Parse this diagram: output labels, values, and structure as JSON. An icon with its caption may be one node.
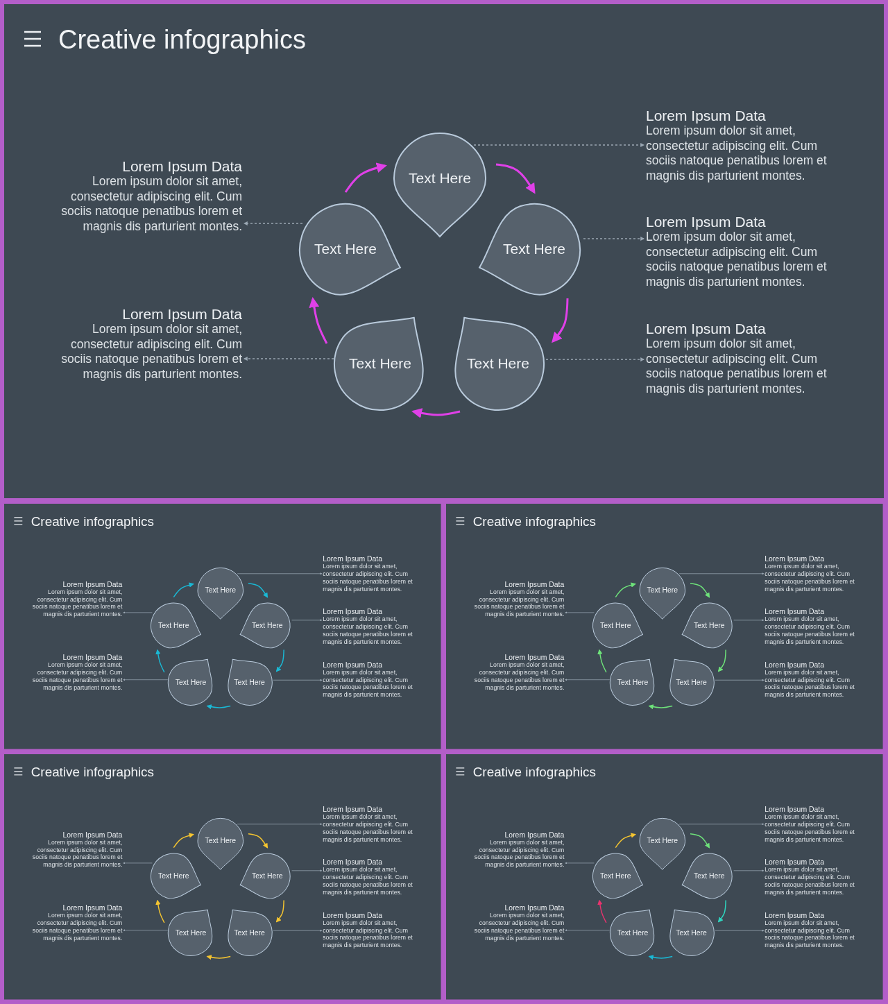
{
  "diagram": {
    "nodes": [
      {
        "text": [
          "Creative infographics"
        ]
      },
      {
        "text": [
          "Text Here"
        ],
        "in": 0
      },
      {
        "text": [
          "Text Here"
        ],
        "in": 0
      },
      {
        "text": [
          "Text Here"
        ],
        "in": 0
      },
      {
        "text": [
          "Text Here"
        ],
        "in": 0
      },
      {
        "text": [
          "Text Here"
        ],
        "in": 0
      },
      {
        "text": [
          "Lorem Ipsum Data",
          "Lorem ipsum dolor sit amet, consectetur adipiscing elit. Cum sociis natoque penatibus lorem et magnis dis parturient montes."
        ],
        "in": 0
      },
      {
        "text": [
          "Lorem Ipsum Data",
          "Lorem ipsum dolor sit amet, consectetur adipiscing elit. Cum sociis natoque penatibus lorem et magnis dis parturient montes."
        ],
        "in": 0
      },
      {
        "text": [
          "Lorem Ipsum Data",
          "Lorem ipsum dolor sit amet, consectetur adipiscing elit. Cum sociis natoque penatibus lorem et magnis dis parturient montes."
        ],
        "in": 0
      },
      {
        "text": [
          "Lorem Ipsum Data",
          "Lorem ipsum dolor sit amet, consectetur adipiscing elit. Cum sociis natoque penatibus lorem et magnis dis parturient montes."
        ],
        "in": 0
      },
      {
        "text": [
          "Lorem Ipsum Data",
          "Lorem ipsum dolor sit amet, consectetur adipiscing elit. Cum sociis natoque penatibus lorem et magnis dis parturient montes."
        ],
        "in": 0
      },
      {
        "text": [
          "Creative infographics"
        ]
      },
      {
        "text": [
          "Text Here"
        ],
        "in": 11
      },
      {
        "text": [
          "Text Here"
        ],
        "in": 11
      },
      {
        "text": [
          "Text Here"
        ],
        "in": 11
      },
      {
        "text": [
          "Text Here"
        ],
        "in": 11
      },
      {
        "text": [
          "Text Here"
        ],
        "in": 11
      },
      {
        "text": [
          "Lorem Ipsum Data",
          "Lorem ipsum dolor sit amet, consectetur adipiscing elit. Cum sociis natoque penatibus lorem et magnis dis parturient montes."
        ],
        "in": 11
      },
      {
        "text": [
          "Lorem Ipsum Data",
          "Lorem ipsum dolor sit amet, consectetur adipiscing elit. Cum sociis natoque penatibus lorem et magnis dis parturient montes."
        ],
        "in": 11
      },
      {
        "text": [
          "Lorem Ipsum Data",
          "Lorem ipsum dolor sit amet, consectetur adipiscing elit. Cum sociis natoque penatibus lorem et magnis dis parturient montes."
        ],
        "in": 11
      },
      {
        "text": [
          "Lorem Ipsum Data",
          "Lorem ipsum dolor sit amet, consectetur adipiscing elit. Cum sociis natoque penatibus lorem et magnis dis parturient montes."
        ],
        "in": 11
      },
      {
        "text": [
          "Lorem Ipsum Data",
          "Lorem ipsum dolor sit amet, consectetur adipiscing elit. Cum sociis natoque penatibus lorem et magnis dis parturient montes."
        ],
        "in": 11
      },
      {
        "text": [
          "Creative infographics"
        ]
      },
      {
        "text": [
          "Text Here"
        ],
        "in": 22
      },
      {
        "text": [
          "Text Here"
        ],
        "in": 22
      },
      {
        "text": [
          "Text Here"
        ],
        "in": 22
      },
      {
        "text": [
          "Text Here"
        ],
        "in": 22
      },
      {
        "text": [
          "Text Here"
        ],
        "in": 22
      },
      {
        "text": [
          "Lorem Ipsum Data",
          "Lorem ipsum dolor sit amet, consectetur adipiscing elit. Cum sociis natoque penatibus lorem et magnis dis parturient montes."
        ],
        "in": 22
      },
      {
        "text": [
          "Lorem Ipsum Data",
          "Lorem ipsum dolor sit amet, consectetur adipiscing elit. Cum sociis natoque penatibus lorem et magnis dis parturient montes."
        ],
        "in": 22
      },
      {
        "text": [
          "Lorem Ipsum Data",
          "Lorem ipsum dolor sit amet, consectetur adipiscing elit. Cum sociis natoque penatibus lorem et magnis dis parturient montes."
        ],
        "in": 22
      },
      {
        "text": [
          "Lorem Ipsum Data",
          "Lorem ipsum dolor sit amet, consectetur adipiscing elit. Cum sociis natoque penatibus lorem et magnis dis parturient montes."
        ],
        "in": 22
      },
      {
        "text": [
          "Lorem Ipsum Data",
          "Lorem ipsum dolor sit amet, consectetur adipiscing elit. Cum sociis natoque penatibus lorem et magnis dis parturient montes."
        ],
        "in": 22
      },
      {
        "text": [
          "Creative infographics"
        ]
      },
      {
        "text": [
          "Text Here"
        ],
        "in": 33
      },
      {
        "text": [
          "Text Here"
        ],
        "in": 33
      },
      {
        "text": [
          "Text Here"
        ],
        "in": 33
      },
      {
        "text": [
          "Text Here"
        ],
        "in": 33
      },
      {
        "text": [
          "Text Here"
        ],
        "in": 33
      },
      {
        "text": [
          "Lorem Ipsum Data",
          "Lorem ipsum dolor sit amet, consectetur adipiscing elit. Cum sociis natoque penatibus lorem et magnis dis parturient montes."
        ],
        "in": 33
      },
      {
        "text": [
          "Lorem Ipsum Data",
          "Lorem ipsum dolor sit amet, consectetur adipiscing elit. Cum sociis natoque penatibus lorem et magnis dis parturient montes."
        ],
        "in": 33
      },
      {
        "text": [
          "Lorem Ipsum Data",
          "Lorem ipsum dolor sit amet, consectetur adipiscing elit. Cum sociis natoque penatibus lorem et magnis dis parturient montes."
        ],
        "in": 33
      },
      {
        "text": [
          "Lorem Ipsum Data",
          "Lorem ipsum dolor sit amet, consectetur adipiscing elit. Cum sociis natoque penatibus lorem et magnis dis parturient montes."
        ],
        "in": 33
      },
      {
        "text": [
          "Lorem Ipsum Data",
          "Lorem ipsum dolor sit amet, consectetur adipiscing elit. Cum sociis natoque penatibus lorem et magnis dis parturient montes."
        ],
        "in": 33
      },
      {
        "text": [
          "Creative infographics"
        ]
      },
      {
        "text": [
          "Text Here"
        ],
        "in": 44
      },
      {
        "text": [
          "Text Here"
        ],
        "in": 44
      },
      {
        "text": [
          "Text Here"
        ],
        "in": 44
      },
      {
        "text": [
          "Text Here"
        ],
        "in": 44
      },
      {
        "text": [
          "Text Here"
        ],
        "in": 44
      },
      {
        "text": [
          "Lorem Ipsum Data",
          "Lorem ipsum dolor sit amet, consectetur adipiscing elit. Cum sociis natoque penatibus lorem et magnis dis parturient montes."
        ],
        "in": 44
      },
      {
        "text": [
          "Lorem Ipsum Data",
          "Lorem ipsum dolor sit amet, consectetur adipiscing elit. Cum sociis natoque penatibus lorem et magnis dis parturient montes."
        ],
        "in": 44
      },
      {
        "text": [
          "Lorem Ipsum Data",
          "Lorem ipsum dolor sit amet, consectetur adipiscing elit. Cum sociis natoque penatibus lorem et magnis dis parturient montes."
        ],
        "in": 44
      },
      {
        "text": [
          "Lorem Ipsum Data",
          "Lorem ipsum dolor sit amet, consectetur adipiscing elit. Cum sociis natoque penatibus lorem et magnis dis parturient montes."
        ],
        "in": 44
      },
      {
        "text": [
          "Lorem Ipsum Data",
          "Lorem ipsum dolor sit amet, consectetur adipiscing elit. Cum sociis natoque penatibus lorem et magnis dis parturient montes."
        ],
        "in": 44
      }
    ],
    "edges": [
      {
        "from": 2,
        "to": 1,
        "arrow": "to",
        "color": "#e040e8"
      },
      {
        "from": 1,
        "to": 3,
        "arrow": "to",
        "color": "#e040e8"
      },
      {
        "from": 3,
        "to": 5,
        "arrow": "to",
        "color": "#e040e8"
      },
      {
        "from": 5,
        "to": 4,
        "arrow": "to",
        "color": "#e040e8"
      },
      {
        "from": 4,
        "to": 2,
        "arrow": "to",
        "color": "#e040e8"
      },
      {
        "from": 1,
        "to": 6,
        "arrow": "to",
        "style": "dashed"
      },
      {
        "from": 3,
        "to": 8,
        "arrow": "to",
        "style": "dashed"
      },
      {
        "from": 5,
        "to": 10,
        "arrow": "to",
        "style": "dashed"
      },
      {
        "from": 2,
        "to": 7,
        "arrow": "to",
        "style": "dashed"
      },
      {
        "from": 4,
        "to": 9,
        "arrow": "to",
        "style": "dashed"
      },
      {
        "from": 13,
        "to": 12,
        "arrow": "to",
        "color": "#1ab8d4"
      },
      {
        "from": 12,
        "to": 14,
        "arrow": "to",
        "color": "#1ab8d4"
      },
      {
        "from": 14,
        "to": 16,
        "arrow": "to",
        "color": "#1ab8d4"
      },
      {
        "from": 16,
        "to": 15,
        "arrow": "to",
        "color": "#1ab8d4"
      },
      {
        "from": 15,
        "to": 13,
        "arrow": "to",
        "color": "#1ab8d4"
      },
      {
        "from": 12,
        "to": 17,
        "arrow": "to"
      },
      {
        "from": 14,
        "to": 19,
        "arrow": "to"
      },
      {
        "from": 16,
        "to": 21,
        "arrow": "to"
      },
      {
        "from": 13,
        "to": 18,
        "arrow": "to"
      },
      {
        "from": 15,
        "to": 20,
        "arrow": "to"
      },
      {
        "from": 24,
        "to": 23,
        "arrow": "to",
        "color": "#6ee27a"
      },
      {
        "from": 23,
        "to": 25,
        "arrow": "to",
        "color": "#6ee27a"
      },
      {
        "from": 25,
        "to": 27,
        "arrow": "to",
        "color": "#6ee27a"
      },
      {
        "from": 27,
        "to": 26,
        "arrow": "to",
        "color": "#6ee27a"
      },
      {
        "from": 26,
        "to": 24,
        "arrow": "to",
        "color": "#6ee27a"
      },
      {
        "from": 23,
        "to": 28,
        "arrow": "to"
      },
      {
        "from": 25,
        "to": 30,
        "arrow": "to"
      },
      {
        "from": 27,
        "to": 32,
        "arrow": "to"
      },
      {
        "from": 24,
        "to": 29,
        "arrow": "to"
      },
      {
        "from": 26,
        "to": 31,
        "arrow": "to"
      },
      {
        "from": 35,
        "to": 34,
        "arrow": "to",
        "color": "#f4c430"
      },
      {
        "from": 34,
        "to": 36,
        "arrow": "to",
        "color": "#f4c430"
      },
      {
        "from": 36,
        "to": 38,
        "arrow": "to",
        "color": "#f4c430"
      },
      {
        "from": 38,
        "to": 37,
        "arrow": "to",
        "color": "#f4c430"
      },
      {
        "from": 37,
        "to": 35,
        "arrow": "to",
        "color": "#f4c430"
      },
      {
        "from": 34,
        "to": 39,
        "arrow": "to"
      },
      {
        "from": 36,
        "to": 41,
        "arrow": "to"
      },
      {
        "from": 38,
        "to": 43,
        "arrow": "to"
      },
      {
        "from": 35,
        "to": 40,
        "arrow": "to"
      },
      {
        "from": 37,
        "to": 42,
        "arrow": "to"
      },
      {
        "from": 46,
        "to": 45,
        "arrow": "to",
        "color": "#f4c430"
      },
      {
        "from": 45,
        "to": 47,
        "arrow": "to",
        "color": "#6ee27a"
      },
      {
        "from": 47,
        "to": 49,
        "arrow": "to",
        "color": "#2fd6c0"
      },
      {
        "from": 49,
        "to": 48,
        "arrow": "to",
        "color": "#1ab8d4"
      },
      {
        "from": 48,
        "to": 46,
        "arrow": "to",
        "color": "#e8336e"
      },
      {
        "from": 45,
        "to": 50,
        "arrow": "to"
      },
      {
        "from": 47,
        "to": 52,
        "arrow": "to"
      },
      {
        "from": 49,
        "to": 54,
        "arrow": "to"
      },
      {
        "from": 46,
        "to": 51,
        "arrow": "to"
      },
      {
        "from": 48,
        "to": 53,
        "arrow": "to"
      }
    ]
  }
}
